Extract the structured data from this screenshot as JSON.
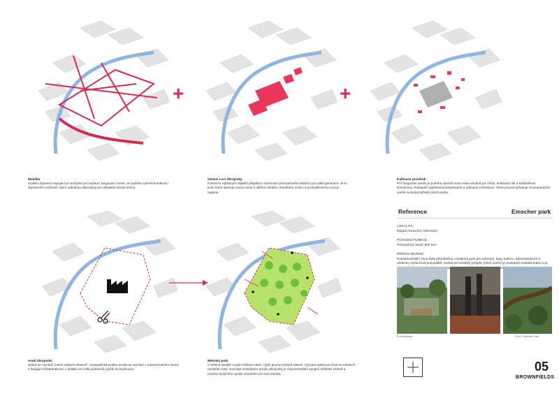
{
  "panels": [
    {
      "title": "Mobilita",
      "text": "Kvalitní dopravní napojení je nezbytné pro budoucí fungování území. Je potřeba vytvořit kombinaci dopravních možností, které nabídnou alternativy pro uživatele tohoto území."
    },
    {
      "title": "Genius Loci Zbrojovky",
      "text": "Konverze vybraných objektů přispěje k zachování průmyslového dědictví pro další generace. Je to krok, který ukazuje novou cestu k udržení silného charakteru místa i k promyšlenému rozvoji regionu."
    },
    {
      "title": "Kultivace prostředí",
      "text": "Pro fungování areálu je potřeba vytvořit nová místa vhodná pro chůzi, setkávání lidí a každodenní konverzaci. Postupně vypěstovat požadované a odbourat nežádoucí. Tento proces vyžaduje znovunavázání vazeb na bezprostřední okolí areálu."
    },
    {
      "title": "Areál Zbrojovka",
      "text": "Jedná se \"výrobní území velkých dimenzí\". Geografická poloha areálu se nachází v urbanizovaném území s fungující infrastrukturou. Lokalita má velký potenciál využití do budoucna."
    },
    {
      "title": "Městský park",
      "text": "V řešené lokalitě a jejím blízkém okolí, chybí plochy veřejné zeleně. Význam parků pro život ve městech neustále roste. Koncept revitalizace areálu Zbrojovky je experimentální spojení městské zeleně a nového funkčního využití vhodného pro tuto lokalitu."
    }
  ],
  "plus_symbol": "+",
  "reference": {
    "heading": "Reference",
    "name": "Emscher park",
    "location_label": "LOKALITA:",
    "location_value": "Region Emscher, Německo",
    "function_label": "PŮVODNÍ FUNKCE:",
    "function_value": "Průmyslový areál; 800 km²",
    "benefit_label": "PŘÍNOS ŘEŠENÍ:",
    "benefit_value": "Postindustriální zóna byla přeměněna v krajinný park pro rekreaci, byty, kulturu, administrativní a vědecko-výzkumná pracoviště. Jedná se rozsáhlý projekt, jehož území je postupně revitalizováno a je tak zvyšována jeho kvalita. Tento postup by mohl být aplikován i na areál Zbrojovky.",
    "photo_caption_left": "Emscherpark",
    "photo_caption_right": "Foto © Michael Latz"
  },
  "page": {
    "number": "05",
    "label": "BROWNFIELDS"
  },
  "colors": {
    "accent": "#d8294f",
    "water": "#8fb6e3",
    "park": "#b8e36a",
    "tree": "#6fbf3b",
    "building": "#dcdcdc"
  }
}
